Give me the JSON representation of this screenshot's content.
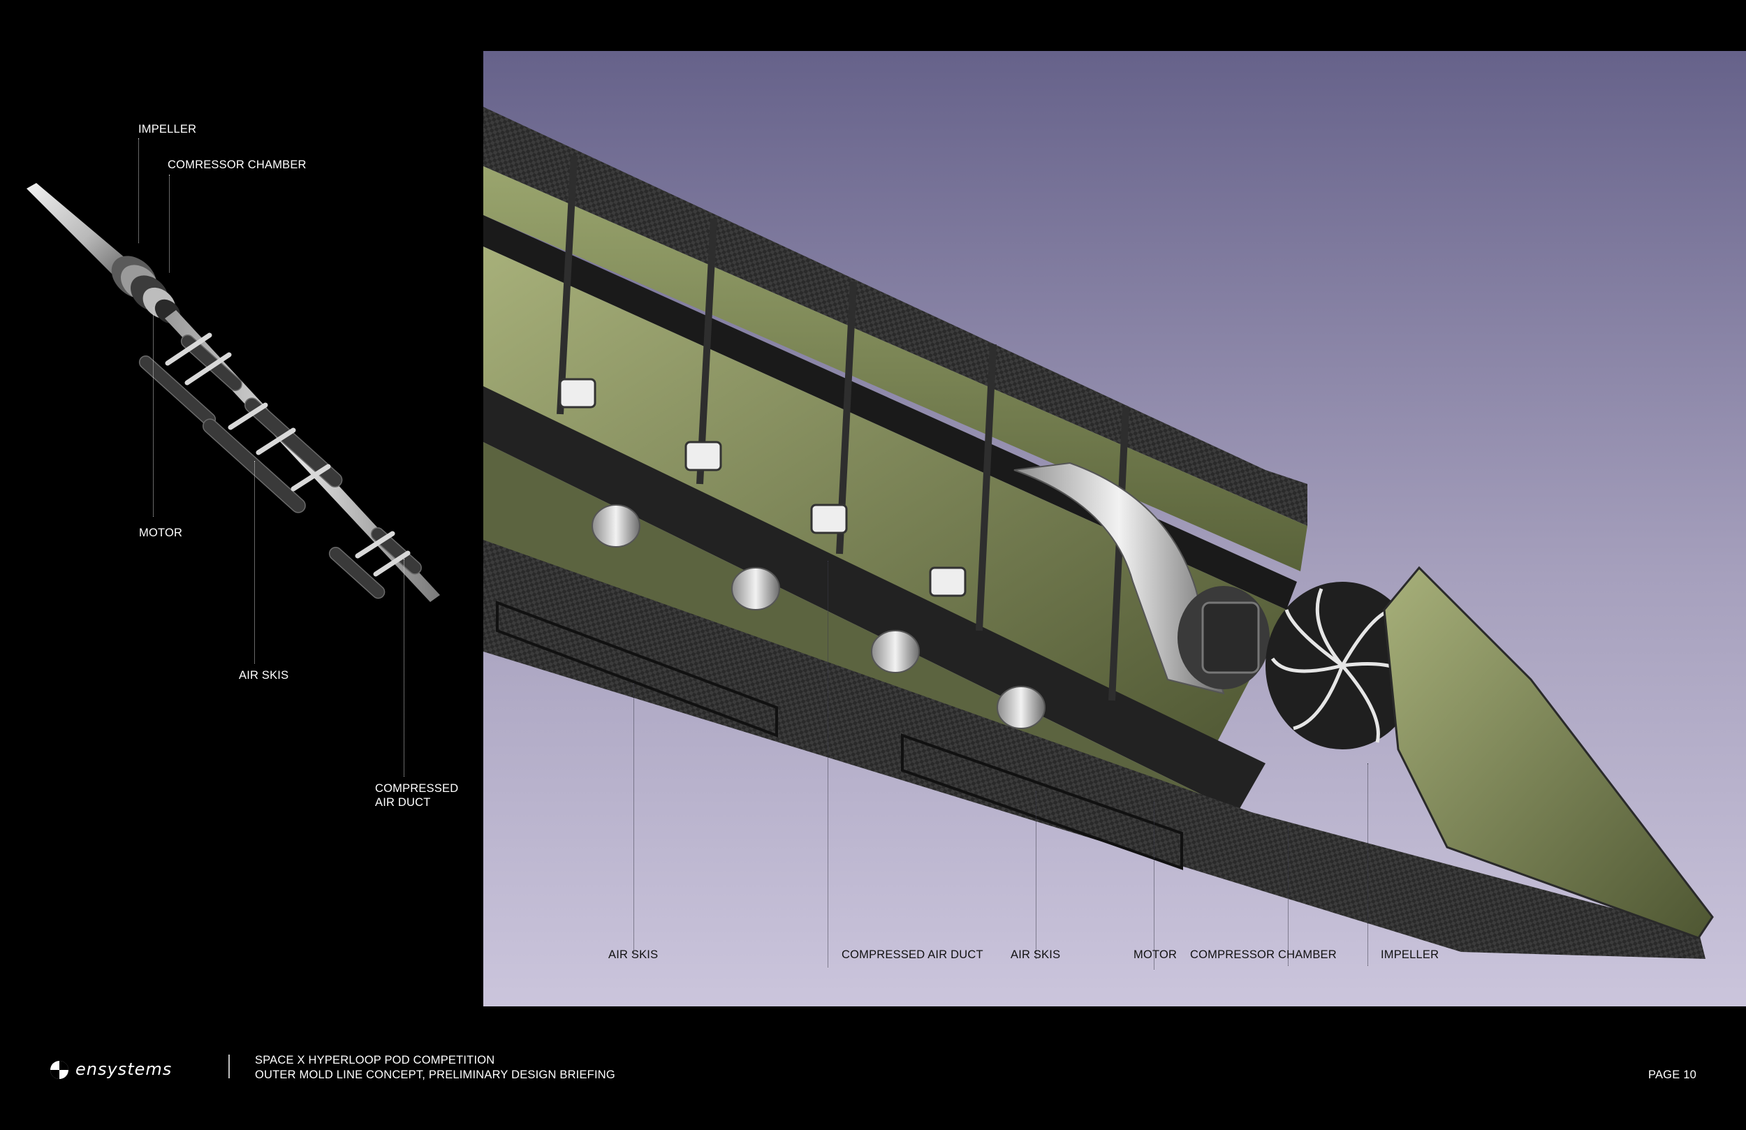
{
  "left_diagram": {
    "labels": {
      "impeller": "IMPELLER",
      "compressor_chamber": "COMRESSOR CHAMBER",
      "motor": "MOTOR",
      "air_skis": "AIR SKIS",
      "compressed_air_duct": "COMPRESSED\nAIR DUCT"
    }
  },
  "cutaway_render": {
    "labels": {
      "air_skis_1": "AIR SKIS",
      "compressed_air_duct": "COMPRESSED AIR DUCT",
      "air_skis_2": "AIR SKIS",
      "motor": "MOTOR",
      "compressor_chamber": "COMPRESSOR CHAMBER",
      "impeller": "IMPELLER"
    },
    "colors": {
      "sky_top": "#66628a",
      "sky_bottom": "#cbc5dc",
      "hull_green": "#7e8a57",
      "carbon": "#2c2c2c"
    }
  },
  "footer": {
    "logo_text": "ensystems",
    "line1": "SPACE X HYPERLOOP POD COMPETITION",
    "line2": "OUTER MOLD LINE CONCEPT, PRELIMINARY DESIGN BRIEFING",
    "page": "PAGE 10"
  }
}
